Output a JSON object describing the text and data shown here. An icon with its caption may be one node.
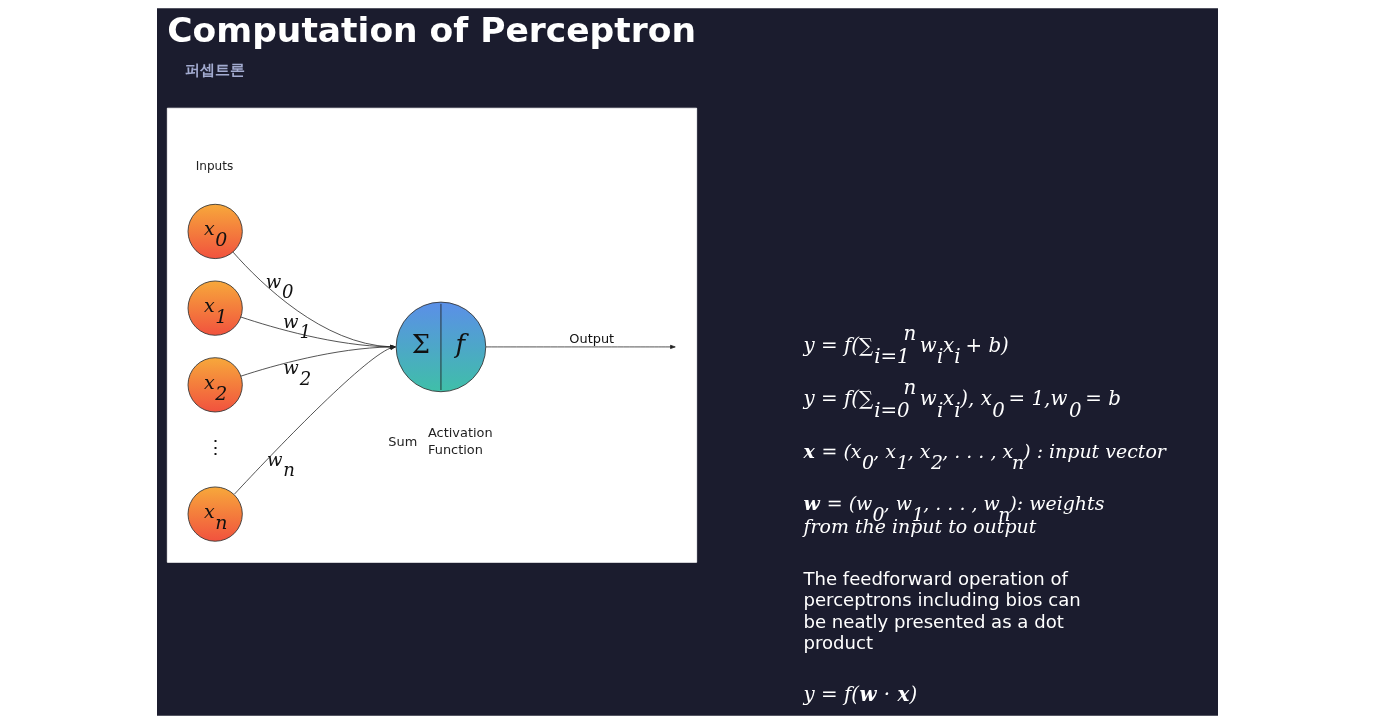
{
  "diagram": {
    "title": "Computation of Perceptron",
    "nodes": [
      {
        "text": [],
        "shape": "box"
      },
      {
        "text": [
          "x$_{0}$"
        ],
        "in": 0
      },
      {
        "text": [
          "x$_{1}$"
        ],
        "in": 0
      },
      {
        "text": [
          "x$_{2}$"
        ],
        "in": 0
      },
      {
        "text": [
          "x$_{n}$"
        ],
        "in": 0
      },
      {
        "text": [
          "Σ",
          "f"
        ],
        "beside": [
          "Sum",
          "Activation Function"
        ],
        "in": 0
      }
    ],
    "edges": [
      {
        "from": 1,
        "to": 5,
        "arrow": "to",
        "label": "w$_{0}$"
      },
      {
        "from": 2,
        "to": 5,
        "arrow": "to",
        "label": "w$_{1}$"
      },
      {
        "from": 3,
        "to": 5,
        "arrow": "to",
        "label": "w$_{2}$"
      },
      {
        "from": 4,
        "to": 5,
        "arrow": "to",
        "label": "w$_{n}$"
      },
      {
        "from": 5,
        "to": null,
        "arrow": "to",
        "label": "Output"
      }
    ],
    "labels": [
      "퍼셉트론",
      "Inputs",
      "⋮",
      "y = f(∑$_{i=1}$$^{n}$ w$_{i}$x$_{i}$ + b)",
      "y = f(∑$_{i=0}$$^{n}$ w$_{i}$x$_{i}$), x$_{0}$ = 1,w$_{0}$ = b",
      "**x** = (x$_{0}$, x$_{1}$, x$_{2}$, . . . , x$_{n}$) : input vector",
      "**w** = (w$_{0}$, w$_{1}$, . . . , w$_{n}$): weights from the input to output",
      "The feedforward operation of perceptrons including bios can be neatly presented as a dot product",
      "y = f(**w** · **x**)"
    ]
  }
}
